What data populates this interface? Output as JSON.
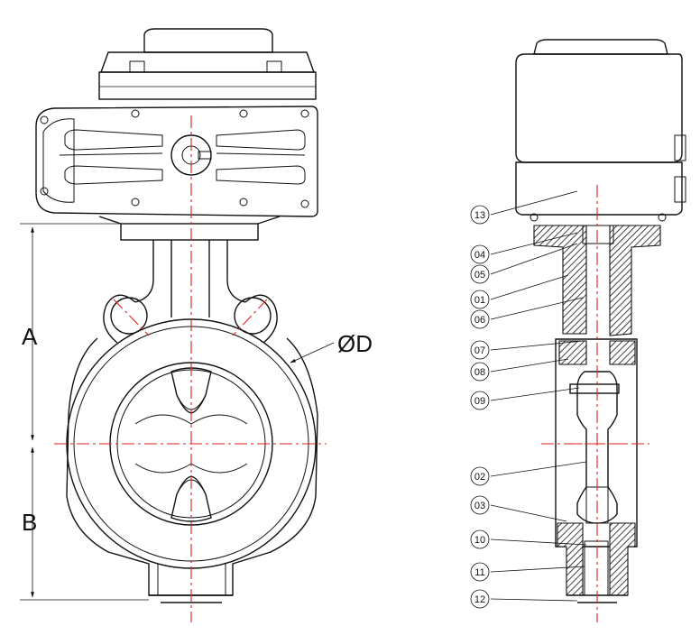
{
  "dimensions": {
    "A": "A",
    "B": "B",
    "D": "ØD"
  },
  "parts": [
    "13",
    "04",
    "05",
    "01",
    "06",
    "07",
    "08",
    "09",
    "02",
    "03",
    "10",
    "11",
    "12"
  ],
  "colors": {
    "line": "#111111",
    "centerline": "#e0201d"
  }
}
